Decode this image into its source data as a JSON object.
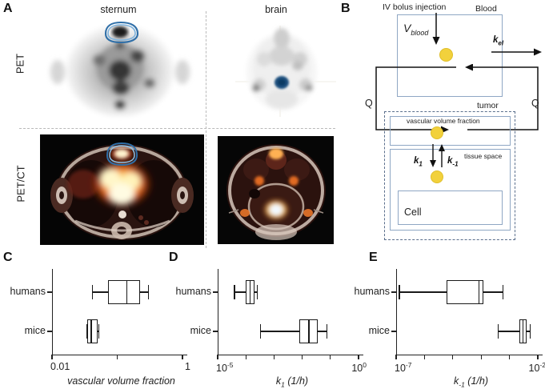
{
  "figure": {
    "panels": [
      "A",
      "B",
      "C",
      "D",
      "E"
    ]
  },
  "panel_a": {
    "letter": "A",
    "column_titles": [
      "sternum",
      "brain"
    ],
    "row_labels": [
      "PET",
      "PET/CT"
    ],
    "images": [
      {
        "name": "pet-sternum",
        "modality": "PET",
        "region": "sternum",
        "roi": "blue contour over sternum lesion"
      },
      {
        "name": "pet-brain",
        "modality": "PET",
        "region": "brain",
        "roi": "blue focal uptake"
      },
      {
        "name": "petct-sternum",
        "modality": "PET/CT",
        "region": "sternum",
        "roi": "blue contour over sternum lesion"
      },
      {
        "name": "petct-brain",
        "modality": "PET/CT",
        "region": "brain",
        "roi": "focal uptake"
      }
    ]
  },
  "panel_b": {
    "letter": "B",
    "title_injection": "IV bolus injection",
    "blood_label": "Blood",
    "v_blood": "V",
    "v_blood_sub": "blood",
    "k_el": "k",
    "k_el_sub": "el",
    "q_left": "Q",
    "q_right": "Q",
    "tumor_label": "tumor",
    "vascular_label": "vascular volume fraction",
    "tissue_label": "tissue space",
    "cell_label": "Cell",
    "k1": "k",
    "k1_sub": "1",
    "kminus1": "k",
    "kminus1_sub": "-1",
    "colors": {
      "box_stroke": "#8fa7c4",
      "dashed_stroke": "#5b6f8c",
      "tracer_dot": "#f2d13c",
      "arrow": "#111111"
    }
  },
  "chart_data": [
    {
      "panel": "C",
      "letter": "C",
      "type": "boxplot",
      "orientation": "horizontal",
      "xlabel": "vascular volume fraction",
      "xlabel_sub": "",
      "xscale": "log",
      "xlim": [
        0.01,
        1
      ],
      "tick_labels": [
        "0.01",
        "1"
      ],
      "tick_values": [
        0.01,
        0.1,
        1
      ],
      "categories": [
        "humans",
        "mice"
      ],
      "boxes": [
        {
          "category": "humans",
          "whisker_low": 0.042,
          "q1": 0.072,
          "median": 0.14,
          "q3": 0.225,
          "whisker_high": 0.3
        },
        {
          "category": "mice",
          "whisker_low": 0.034,
          "q1": 0.035,
          "median": 0.04,
          "q3": 0.05,
          "whisker_high": 0.052
        }
      ]
    },
    {
      "panel": "D",
      "letter": "D",
      "type": "boxplot",
      "orientation": "horizontal",
      "xlabel": "k",
      "xlabel_sub": "1",
      "xlabel_unit": " (1/h)",
      "xscale": "log",
      "xlim": [
        1e-05,
        1
      ],
      "tick_labels": [
        "10",
        "10"
      ],
      "tick_exponents": [
        "-5",
        "0"
      ],
      "tick_values": [
        1e-05,
        0.0001,
        0.001,
        0.01,
        0.1,
        1
      ],
      "categories": [
        "humans",
        "mice"
      ],
      "boxes": [
        {
          "category": "humans",
          "whisker_low": 4e-05,
          "q1": 0.0001,
          "median": 0.00014,
          "q3": 0.0002,
          "whisker_high": 0.00026
        },
        {
          "category": "mice",
          "whisker_low": 0.00033,
          "q1": 0.008,
          "median": 0.017,
          "q3": 0.036,
          "whisker_high": 0.075
        }
      ]
    },
    {
      "panel": "E",
      "letter": "E",
      "type": "boxplot",
      "orientation": "horizontal",
      "xlabel": "k",
      "xlabel_sub": "-1",
      "xlabel_unit": " (1/h)",
      "xscale": "log",
      "xlim": [
        1e-07,
        0.01
      ],
      "tick_labels": [
        "10",
        "10"
      ],
      "tick_exponents": [
        "-7",
        "-2"
      ],
      "tick_values": [
        1e-07,
        1e-06,
        1e-05,
        0.0001,
        0.001,
        0.01
      ],
      "categories": [
        "humans",
        "mice"
      ],
      "boxes": [
        {
          "category": "humans",
          "whisker_low": 1.3e-07,
          "q1": 6e-06,
          "median": 8.5e-05,
          "q3": 0.00012,
          "whisker_high": 0.0006
        },
        {
          "category": "mice",
          "whisker_low": 0.0004,
          "q1": 0.0022,
          "median": 0.003,
          "q3": 0.004,
          "whisker_high": 0.0055
        }
      ]
    }
  ]
}
